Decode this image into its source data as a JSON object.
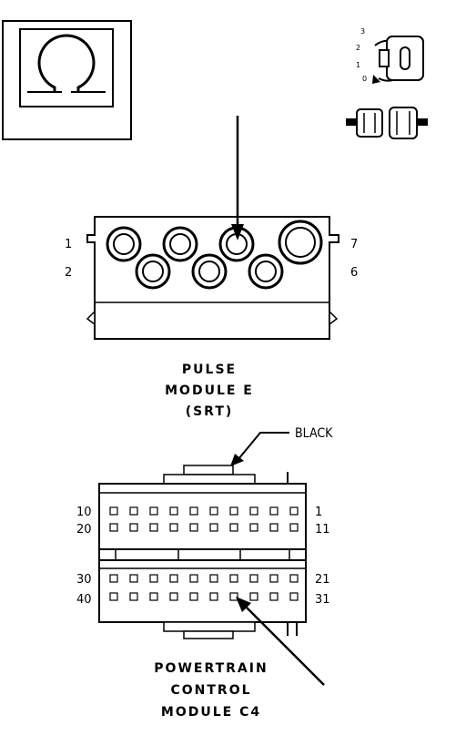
{
  "icons": {
    "ohmmeter": "ohm-symbol-icon",
    "ignition": "ignition-key-icon",
    "disconnect": "connector-disconnect-icon"
  },
  "ignition_positions": [
    "3",
    "2",
    "1",
    "0"
  ],
  "pulse_module": {
    "title_lines": [
      "PULSE",
      "MODULE E",
      "(SRT)"
    ],
    "pin_labels": {
      "top_left": "1",
      "bottom_left": "2",
      "top_right": "7",
      "bottom_right": "6"
    }
  },
  "pcm": {
    "color_label": "BLACK",
    "title_lines": [
      "POWERTRAIN",
      "CONTROL",
      "MODULE C4"
    ],
    "pin_labels": {
      "row1_left": "10",
      "row2_left": "20",
      "row3_left": "30",
      "row4_left": "40",
      "row1_right": "1",
      "row2_right": "11",
      "row3_right": "21",
      "row4_right": "31"
    }
  }
}
